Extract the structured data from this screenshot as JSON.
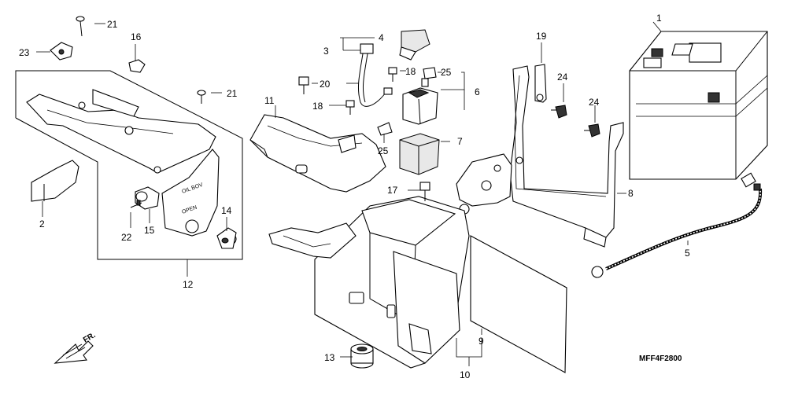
{
  "diagram": {
    "code": "MFF4F2800",
    "direction_label": "FR.",
    "callouts": {
      "c1": "1",
      "c2": "2",
      "c3": "3",
      "c4": "4",
      "c5": "5",
      "c6": "6",
      "c7": "7",
      "c8": "8",
      "c9": "9",
      "c10": "10",
      "c11": "11",
      "c12": "12",
      "c13": "13",
      "c14": "14",
      "c15": "15",
      "c16": "16",
      "c17": "17",
      "c18a": "18",
      "c18b": "18",
      "c19": "19",
      "c20": "20",
      "c21a": "21",
      "c21b": "21",
      "c22": "22",
      "c23": "23",
      "c24a": "24",
      "c24b": "24",
      "c25a": "25",
      "c25b": "25"
    },
    "cover_text": {
      "upper": "OIL BOV",
      "lower": "OPEN"
    }
  }
}
